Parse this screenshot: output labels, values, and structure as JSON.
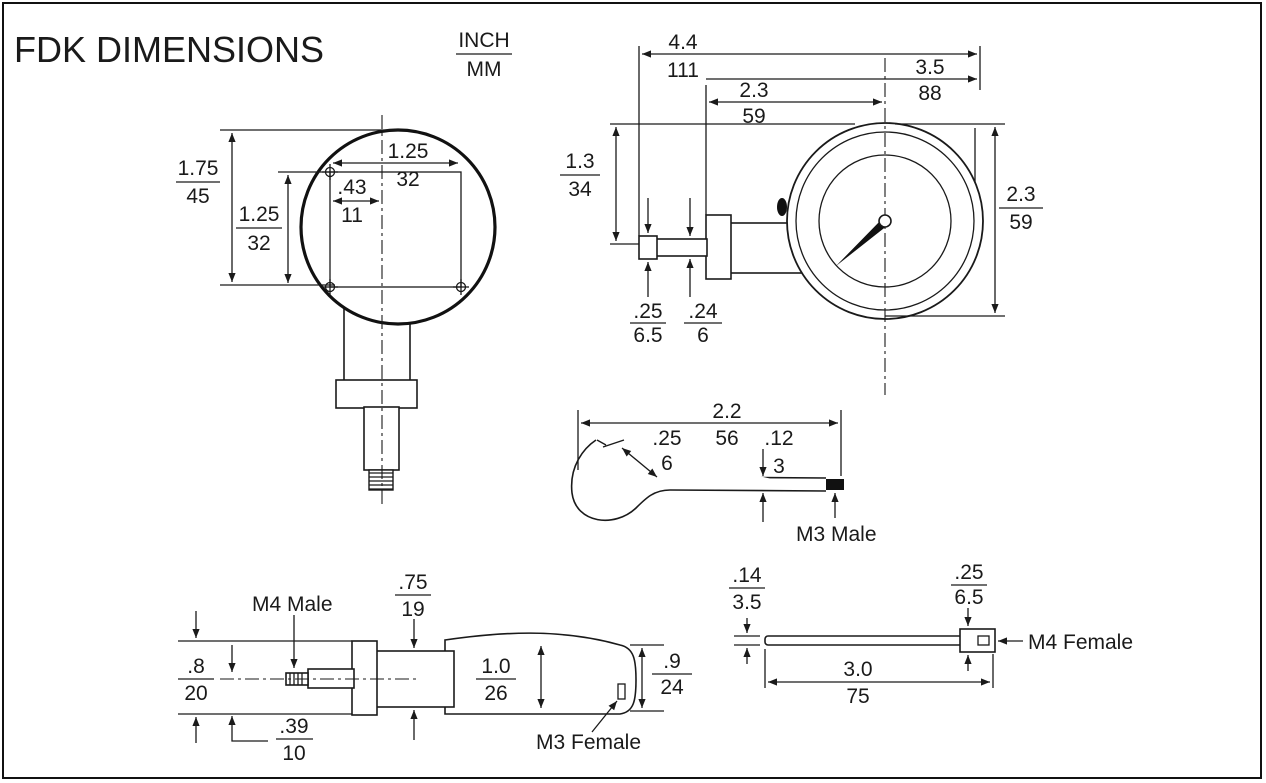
{
  "title": "FDK DIMENSIONS",
  "units": {
    "top": "INCH",
    "bottom": "MM"
  },
  "front_view": {
    "height": {
      "inch": "1.75",
      "mm": "45"
    },
    "hole_width": {
      "inch": "1.25",
      "mm": "32"
    },
    "hole_height": {
      "inch": "1.25",
      "mm": "32"
    },
    "hole_offset": {
      "inch": ".43",
      "mm": "11"
    }
  },
  "side_view": {
    "overall_length": {
      "inch": "4.4",
      "mm": "111"
    },
    "dial_to_end": {
      "inch": "3.5",
      "mm": "88"
    },
    "stem_length": {
      "inch": "2.3",
      "mm": "59"
    },
    "dial_diameter": {
      "inch": "2.3",
      "mm": "59"
    },
    "stem_height": {
      "inch": "1.3",
      "mm": "34"
    },
    "tip_length": {
      "inch": ".25",
      "mm": "6.5"
    },
    "neck_length": {
      "inch": ".24",
      "mm": "6"
    }
  },
  "wire_probe": {
    "length": {
      "inch": "2.2",
      "mm": "56"
    },
    "hook": {
      "inch": ".25",
      "mm": "6"
    },
    "diameter": {
      "inch": ".12",
      "mm": "3"
    },
    "connector_label": "M3 Male"
  },
  "adapter": {
    "thread_label": "M4 Male",
    "flange_height": {
      "inch": ".8",
      "mm": "20"
    },
    "thread_offset": {
      "inch": ".39",
      "mm": "10"
    },
    "body_length": {
      "inch": ".75",
      "mm": "19"
    },
    "body_height": {
      "inch": "1.0",
      "mm": "26"
    },
    "end_height": {
      "inch": ".9",
      "mm": "24"
    },
    "socket_label": "M3 Female"
  },
  "rod_probe": {
    "diameter": {
      "inch": ".14",
      "mm": "3.5"
    },
    "head": {
      "inch": ".25",
      "mm": "6.5"
    },
    "length": {
      "inch": "3.0",
      "mm": "75"
    },
    "connector_label": "M4 Female"
  }
}
